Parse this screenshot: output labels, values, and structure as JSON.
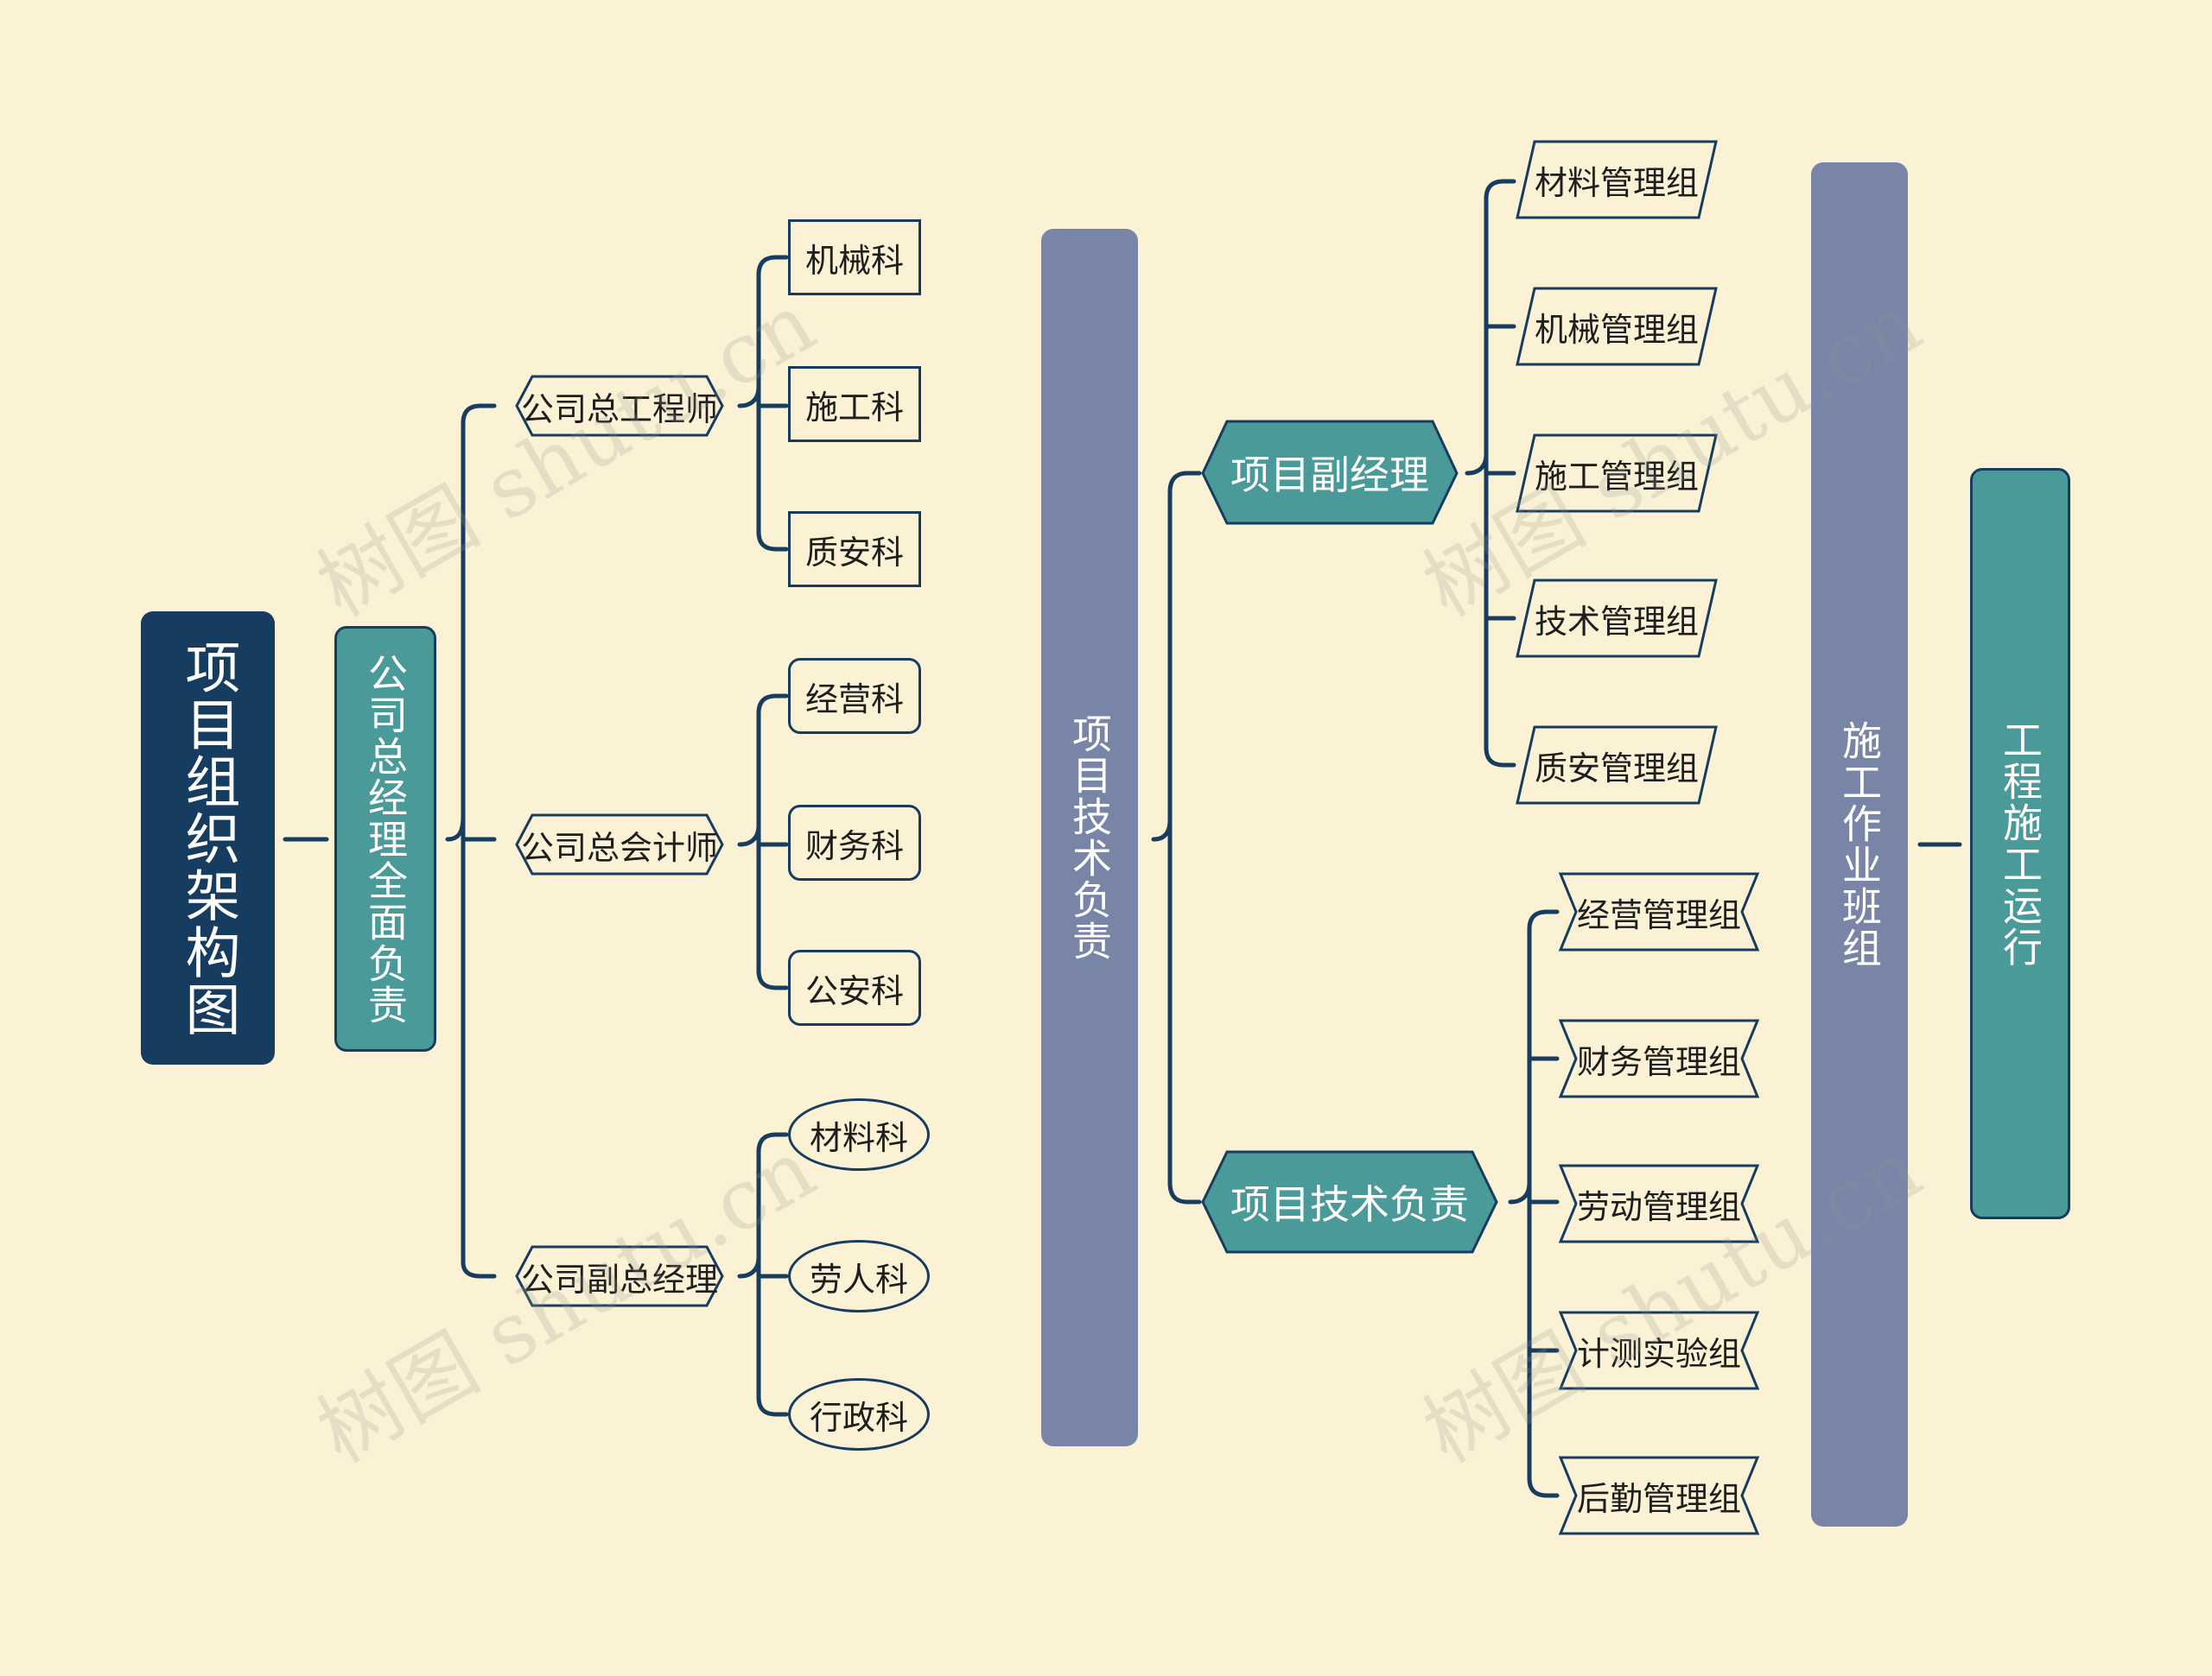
{
  "root": "项目组织架构图",
  "general_manager": "公司总经理全面负责",
  "branches": [
    {
      "label": "公司总工程师",
      "children": [
        "机械科",
        "施工科",
        "质安科"
      ]
    },
    {
      "label": "公司总会计师",
      "children": [
        "经营科",
        "财务科",
        "公安科"
      ]
    },
    {
      "label": "公司副总经理",
      "children": [
        "材料科",
        "劳人科",
        "行政科"
      ]
    }
  ],
  "tech_lead": "项目技术负责",
  "project_deputy": {
    "label": "项目副经理",
    "groups": [
      "材料管理组",
      "机械管理组",
      "施工管理组",
      "技术管理组",
      "质安管理组"
    ]
  },
  "project_tech": {
    "label": "项目技术负责",
    "groups": [
      "经营管理组",
      "财务管理组",
      "劳动管理组",
      "计测实验组",
      "后勤管理组"
    ]
  },
  "work_teams": "施工作业班组",
  "operation": "工程施工运行",
  "watermark": "树图 shutu.cn",
  "colors": {
    "navy": "#163c5f",
    "teal": "#4a9a9a",
    "slate": "#7985a6",
    "background": "#fbf2d5"
  }
}
